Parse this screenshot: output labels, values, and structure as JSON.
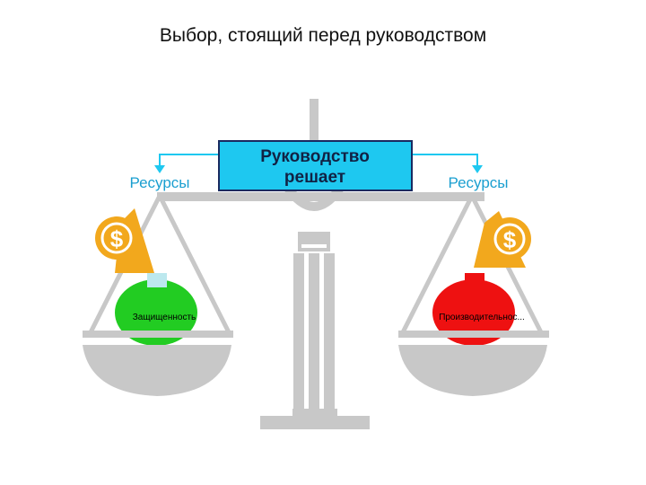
{
  "title": "Выбор, стоящий перед руководством",
  "center_box": {
    "line1": "Руководство",
    "line2": "решает"
  },
  "left": {
    "resource_label": "Ресурсы",
    "bag_label": "Защищенность",
    "bag_color": "#22cc22"
  },
  "right": {
    "resource_label": "Ресурсы",
    "bag_label": "Производительнос...",
    "bag_color": "#ee1111"
  },
  "colors": {
    "scale_gray": "#c8c8c8",
    "accent_blue": "#1ec8f0",
    "box_fill": "#1ec8f0",
    "resource_text": "#1a9fd0",
    "coin_gold": "#f2a81d"
  },
  "icons": [
    "dollar-coin-icon",
    "dollar-coin-icon"
  ]
}
